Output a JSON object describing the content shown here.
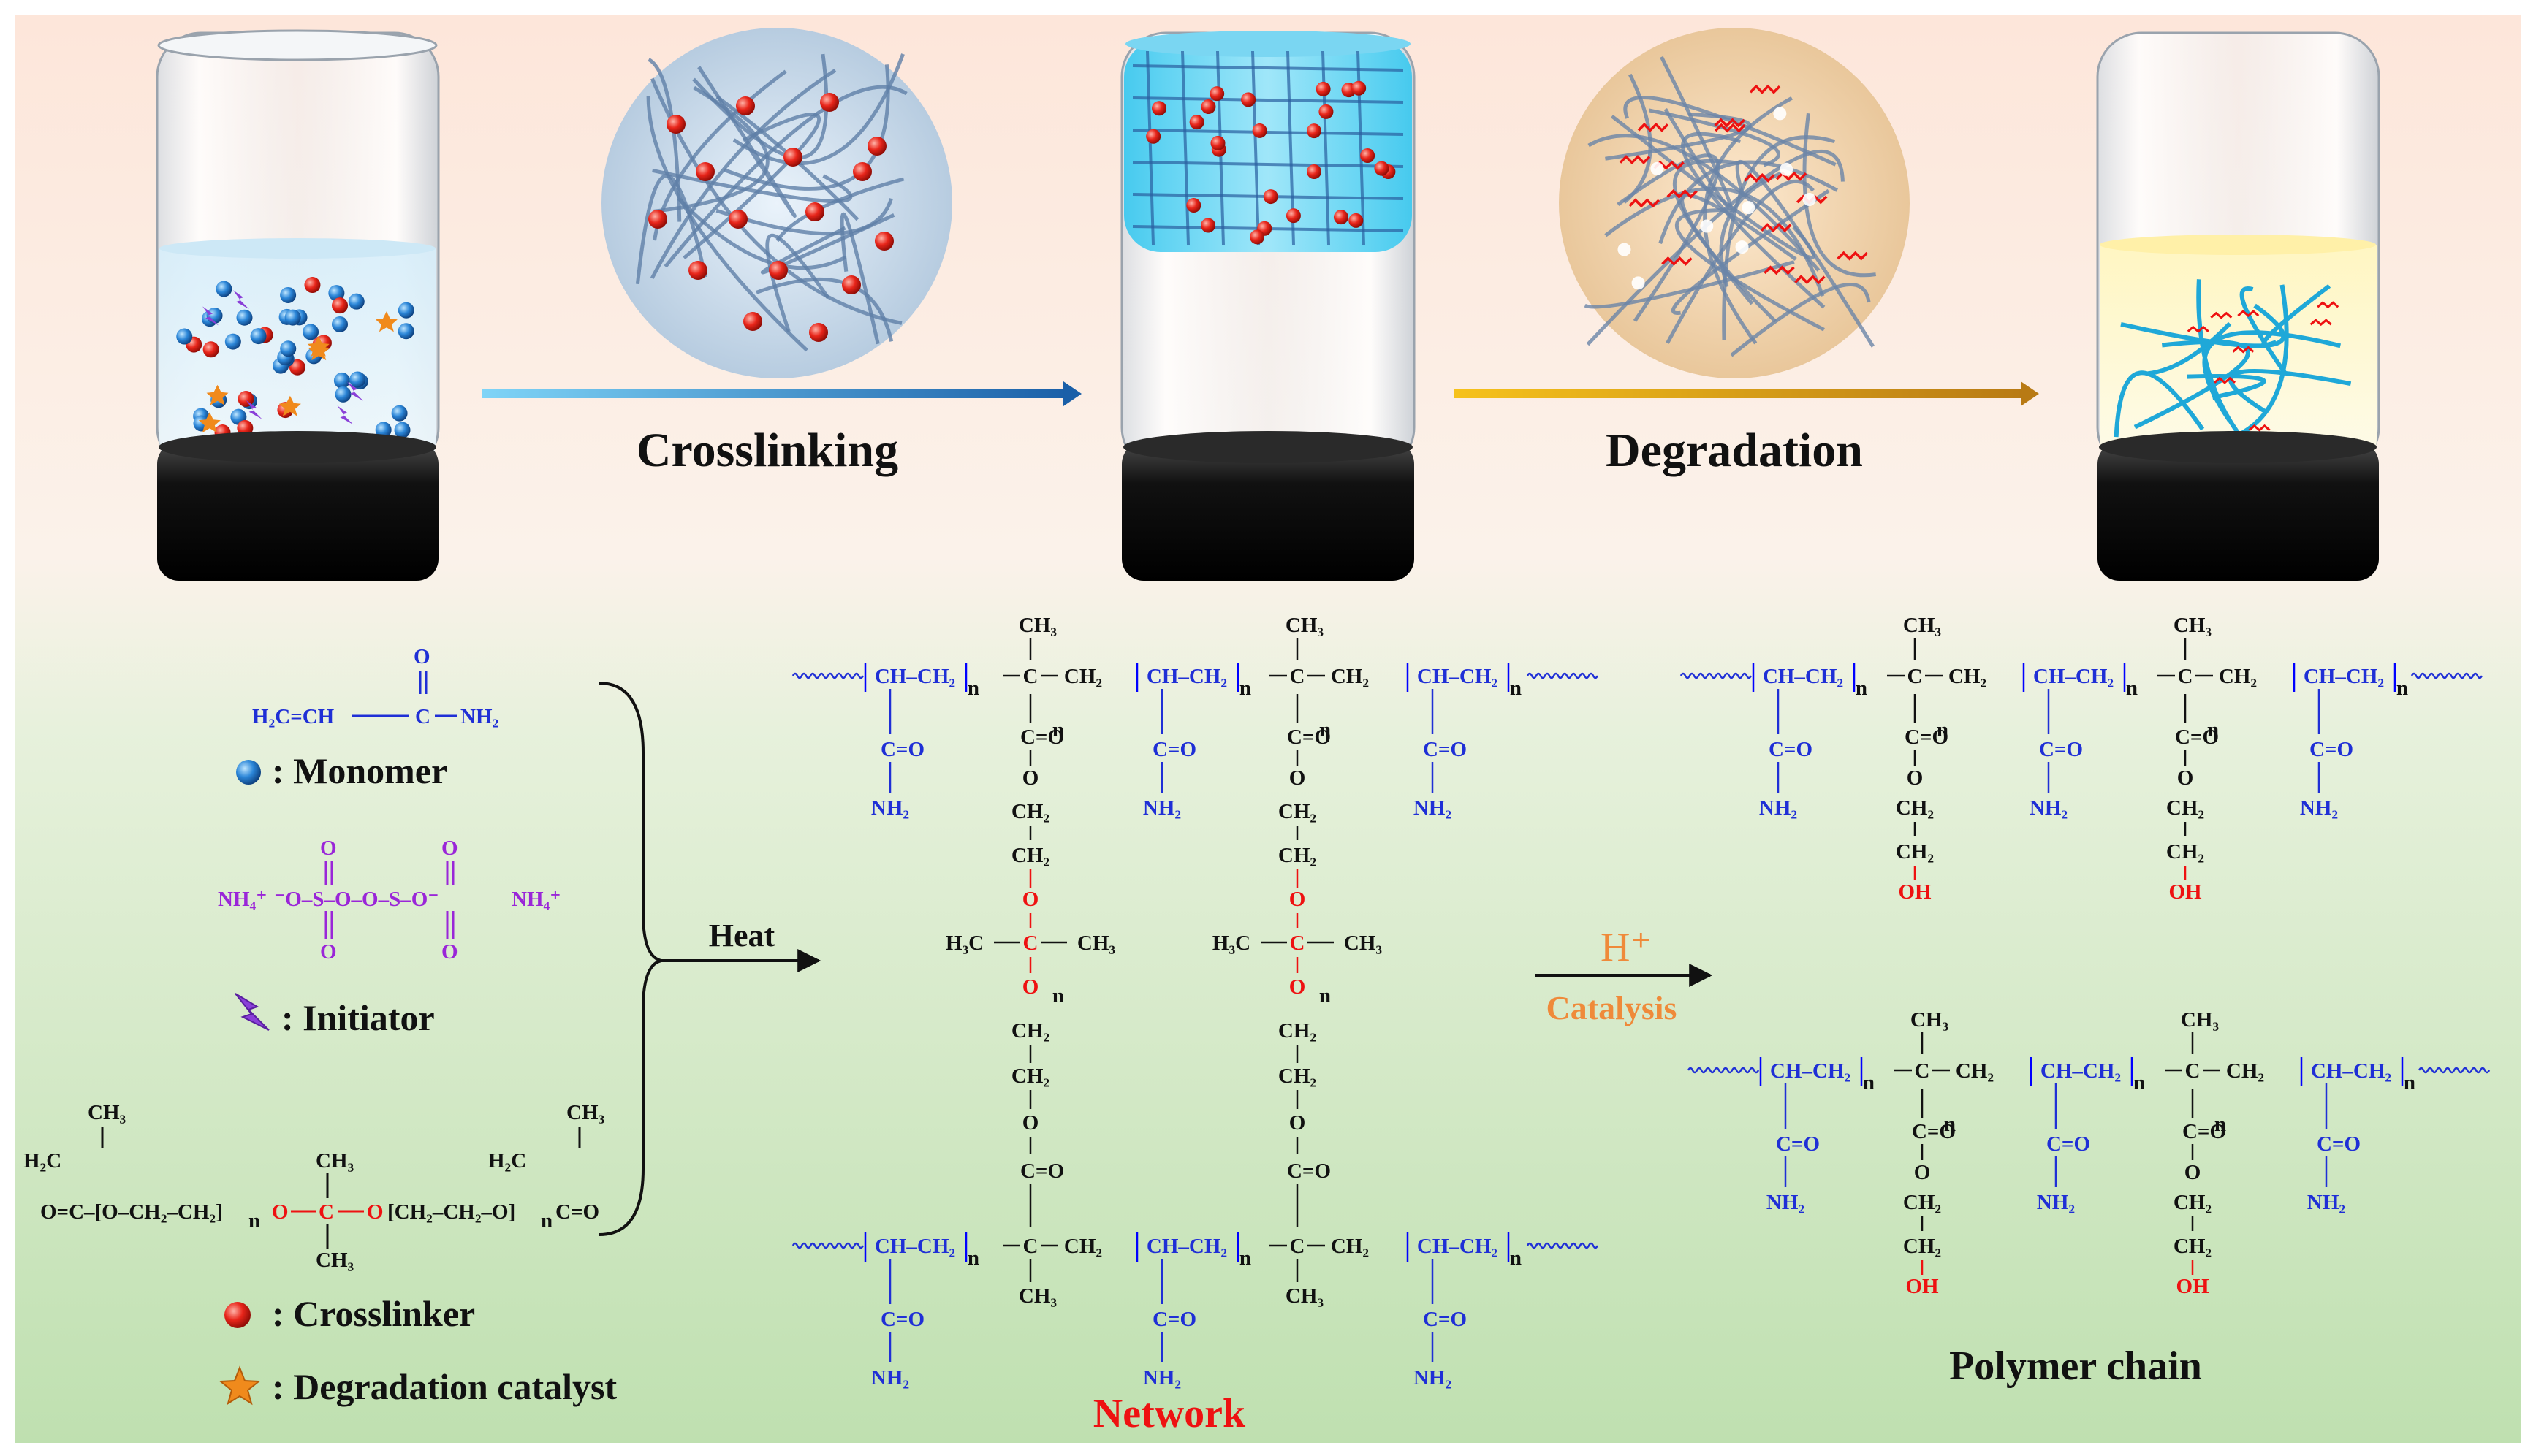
{
  "process": {
    "step1_label": "Crosslinking",
    "step2_label": "Degradation",
    "colors": {
      "crosslink_arrow": "#1e8fd8",
      "degrade_arrow": "#d99a10",
      "bg_top": "#fde7dc",
      "bg_bottom": "#bfe0b0"
    }
  },
  "legend": {
    "monomer_label": ": Monomer",
    "initiator_label": ": Initiator",
    "crosslinker_label": ": Crosslinker",
    "catalyst_label": ": Degradation catalyst",
    "icons": [
      "blue-sphere-icon",
      "lightning-bolt-icon",
      "red-sphere-icon",
      "orange-star-icon"
    ]
  },
  "monomer_formula": {
    "o": "O",
    "left": "H₂C=CH",
    "c": "C",
    "nh2": "NH₂"
  },
  "initiator_formula": {
    "nh4_left": "NH₄⁺",
    "chain": "⁻O–S–O–O–S–O⁻",
    "nh4_right": "NH₄⁺",
    "o": "O",
    "s": "S"
  },
  "crosslinker_formula": {
    "ch3": "CH₃",
    "h2c": "H₂C",
    "chain_left": "O=C–[O–CH₂–CH₂]",
    "n": "n",
    "center_o": "O",
    "center_c": "C",
    "chain_right": "[CH₂–CH₂–O]",
    "end": "C=O"
  },
  "reaction": {
    "heat_label": "Heat",
    "acid_label": "H⁺",
    "catalysis_label": "Catalysis"
  },
  "network": {
    "title": "Network",
    "ch_ch2": "CH–CH₂",
    "c": "C",
    "ch2": "CH₂",
    "ch3": "CH₃",
    "c_eq_o": "C=O",
    "nh2": "NH₂",
    "o": "O",
    "n": "n",
    "h3c": "H₃C"
  },
  "polymer": {
    "title": "Polymer chain",
    "oh": "OH"
  }
}
